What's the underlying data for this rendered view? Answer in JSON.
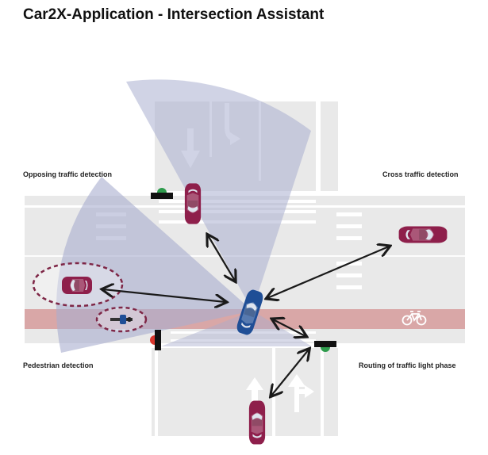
{
  "title": "Car2X-Application - Intersection Assistant",
  "labels": {
    "opposing": "Opposing traffic detection",
    "cross": "Cross traffic detection",
    "pedestrian": "Pedestrian detection",
    "routing": "Routing of traffic light phase"
  },
  "icons": [
    "bicycle-icon",
    "straight-arrow-icon",
    "left-turn-arrow-icon",
    "right-turn-arrow-icon",
    "traffic-light-icon",
    "car-icon",
    "cyclist-icon"
  ],
  "colors": {
    "road": "#e9e9e9",
    "bike_lane": "#d9a7a7",
    "sensor_fan": "#a9aecf",
    "other_car": "#8e1f4b",
    "ego_car": "#1f4e96",
    "signal_green": "#2e9b4c",
    "signal_red": "#d9352c",
    "detection_ring": "#7e2646",
    "arrow": "#1a1a1a"
  }
}
